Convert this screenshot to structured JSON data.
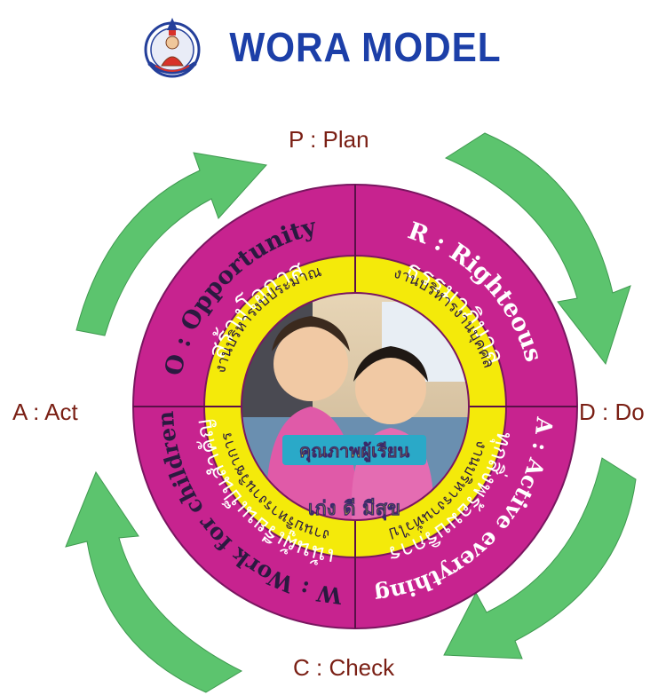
{
  "header": {
    "title": "WORA MODEL"
  },
  "cycle": {
    "top": "P : Plan",
    "right": "D : Do",
    "bottom": "C : Check",
    "left": "A : Act"
  },
  "quadrants": [
    {
      "code": "O : Opportunity",
      "thai": "สร้างโอกาส",
      "inner": "งานบริหารงบประมาณ"
    },
    {
      "code": "R : Righteous",
      "thai": "ธรรมาภิบาล",
      "inner": "งานบริหารงานบุคคล"
    },
    {
      "code": "A : Active everything",
      "thai": "ทุกสิ่งพร้อมบริการ",
      "inner": "งานบริหารงานทั่วไป"
    },
    {
      "code": "W : Work for children",
      "thai": "เน้นผู้เรียนเป็นสำคัญ",
      "inner": "งานบริหารงานวิชาการ"
    }
  ],
  "center": {
    "line1": "คุณภาพผู้เรียน",
    "line2": "เก่ง ดี มีสุข"
  },
  "colors": {
    "title": "#1c3fa8",
    "pdca_label": "#7a1f14",
    "ring_outer": "#c7238f",
    "ring_inner": "#f4ea0a",
    "arrow": "#5cc46e",
    "text_white": "#ffffff",
    "text_dark": "#2a1a40",
    "center_text": "#f4ea0a",
    "center_box": "#2aa9c8"
  }
}
